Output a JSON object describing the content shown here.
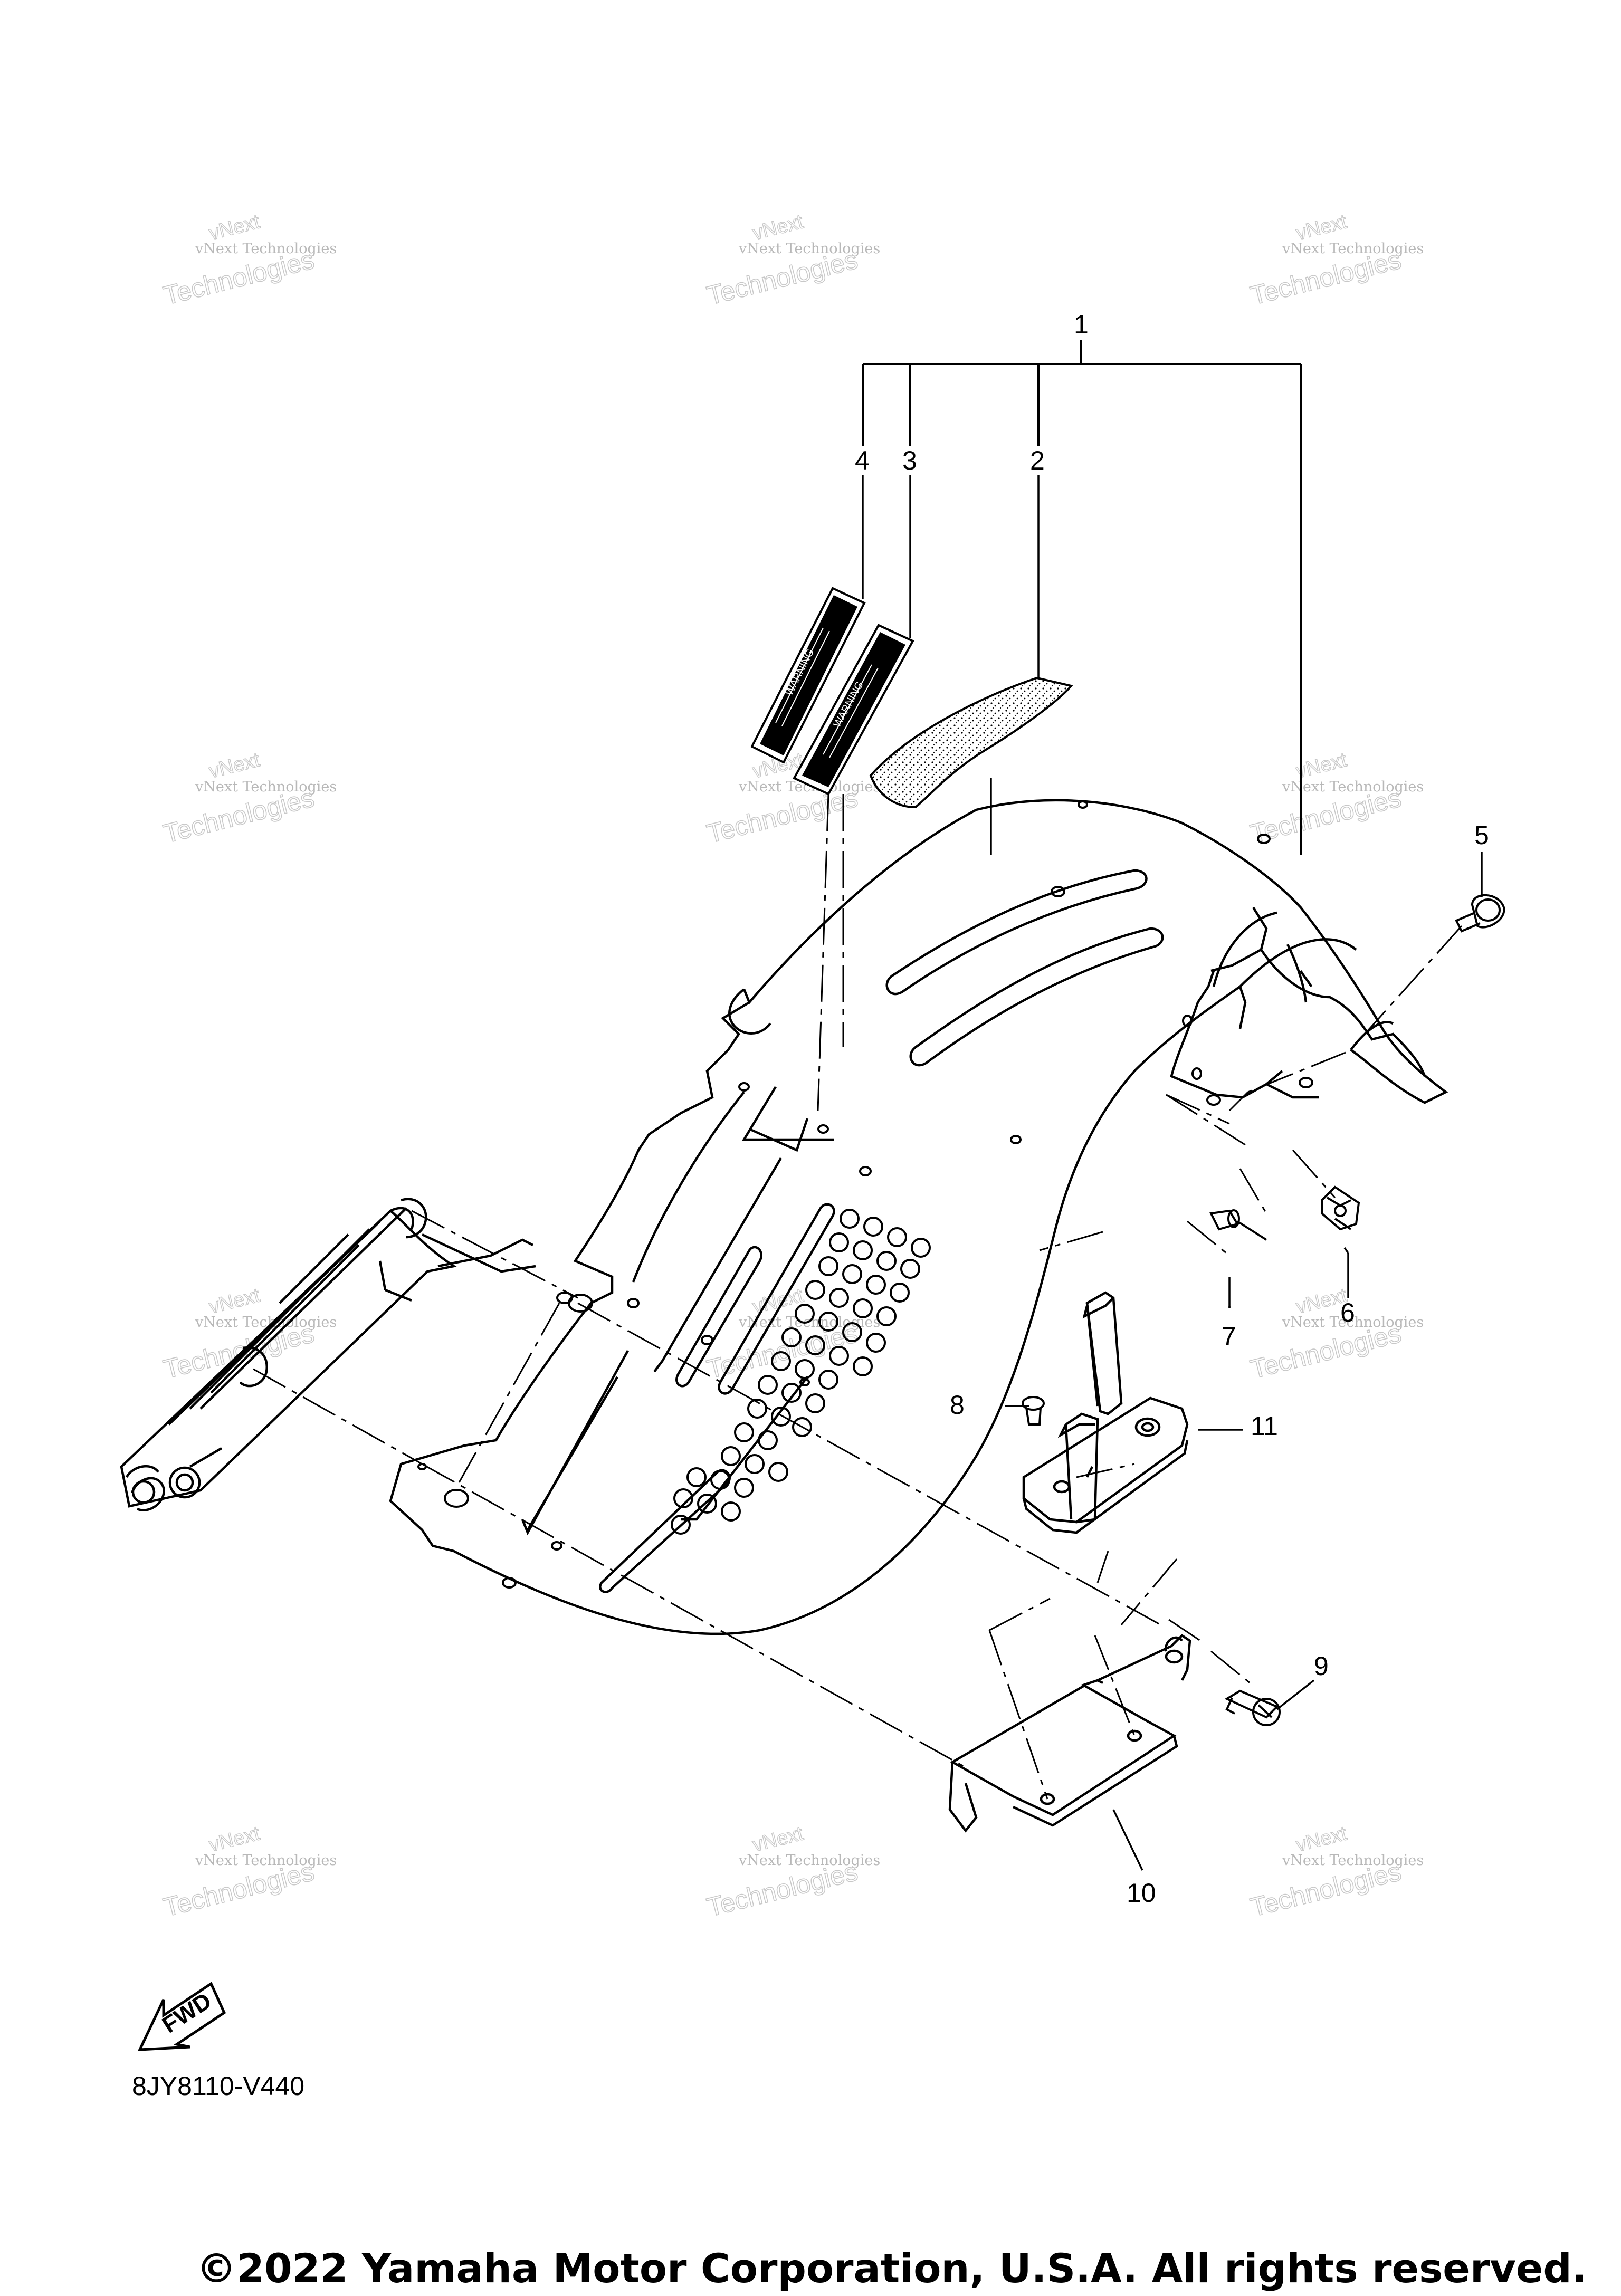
{
  "diagram": {
    "part_callouts": [
      "1",
      "2",
      "3",
      "4",
      "5",
      "6",
      "7",
      "8",
      "9",
      "10",
      "11"
    ],
    "watermark_line1": "vNext Technologies",
    "watermark_line2": "Technologies",
    "watermark_top": "vNext",
    "fwd_label": "FWD",
    "warning_label_text": "WARNING",
    "reference_code": "8JY8110-V440"
  },
  "footer": {
    "copyright": "©2022 Yamaha Motor Corporation, U.S.A. All rights reserved."
  }
}
